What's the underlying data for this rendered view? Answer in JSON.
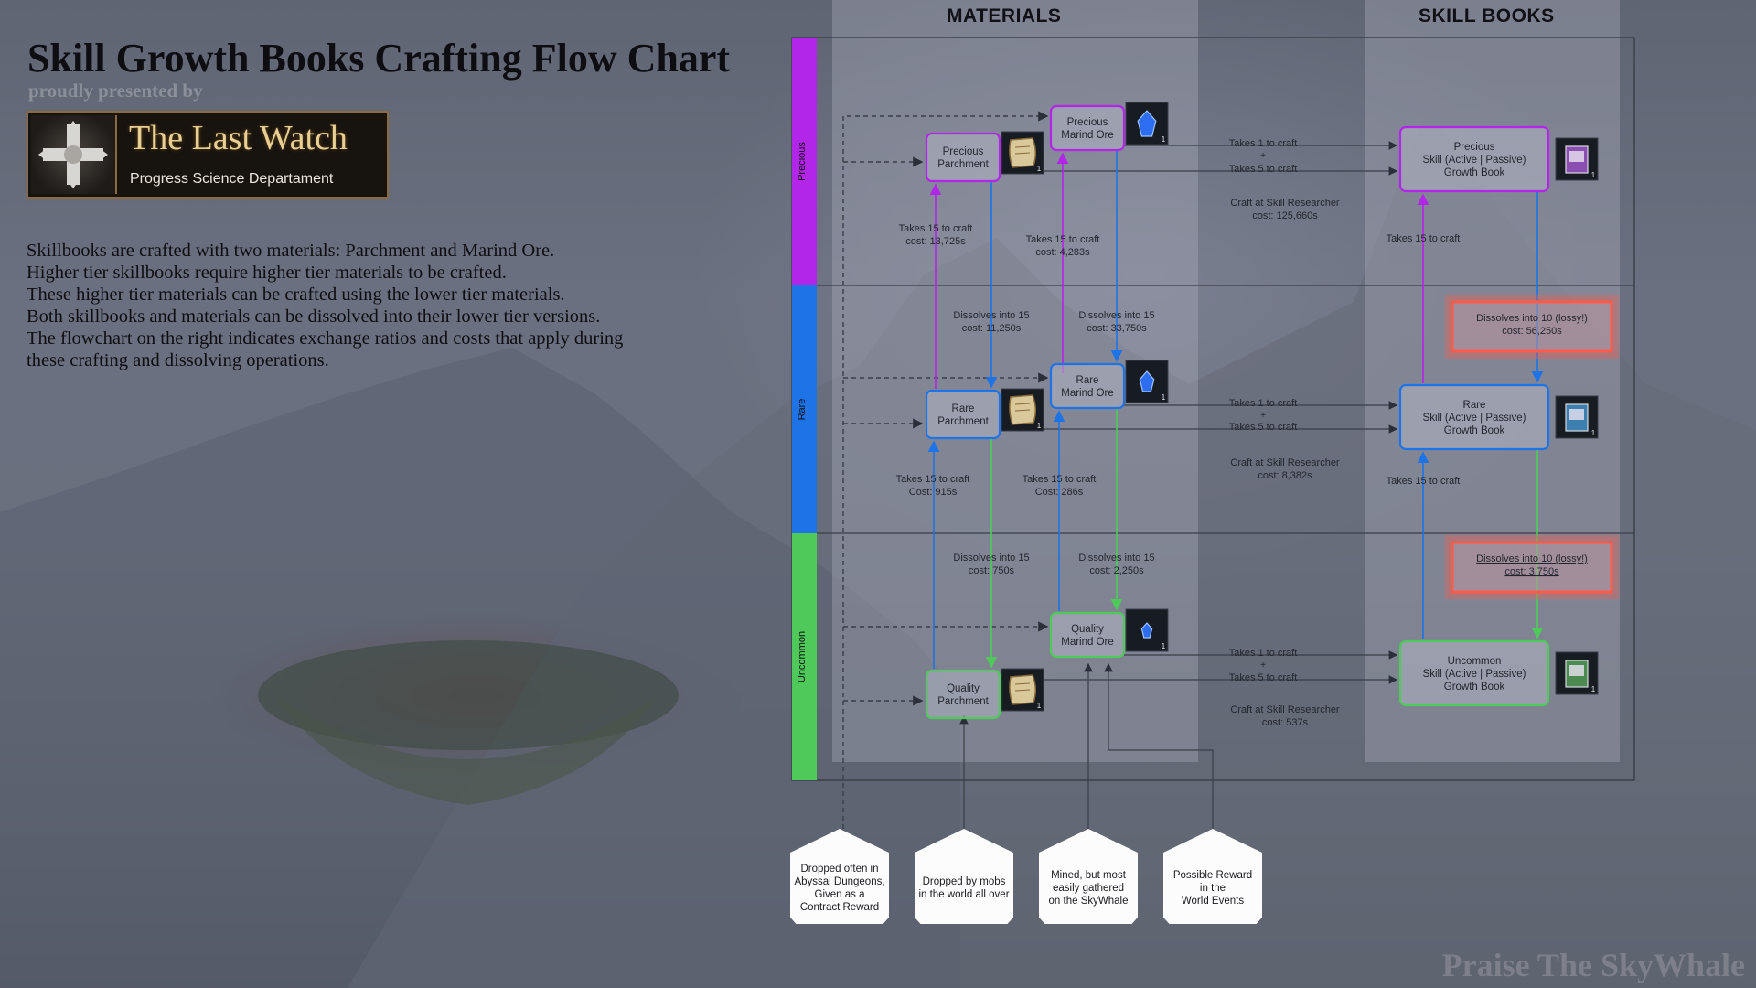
{
  "header": {
    "title": "Skill Growth Books Crafting Flow Chart",
    "subtitle": "proudly presented by"
  },
  "logo": {
    "name": "The Last Watch",
    "department": "Progress Science Departament",
    "emblem_icon": "cross-shield-icon"
  },
  "description": [
    "Skillbooks are crafted with two materials: Parchment and Marind Ore.",
    "Higher tier skillbooks require higher tier materials to be crafted.",
    "These higher tier materials can be crafted using the lower tier materials.",
    "Both skillbooks and materials can be dissolved into their lower tier versions.",
    "The flowchart on the right indicates exchange ratios and costs that apply during",
    "these crafting and dissolving operations."
  ],
  "columns": {
    "materials": "MATERIALS",
    "skill_books": "SKILL BOOKS"
  },
  "colors": {
    "precious": "#b226ea",
    "rare": "#1e73e6",
    "uncommon": "#4ec95a",
    "highlight": "#ff5a4a"
  },
  "tiers": [
    {
      "label": "Precious",
      "parchment": "Precious\nParchment",
      "ore": "Precious\nMarind Ore",
      "book": "Precious\nSkill (Active | Passive)\nGrowth Book",
      "parchment_craft": "Takes 15 to craft\ncost: 13,725s",
      "ore_craft": "Takes 15 to craft\ncost: 4,283s",
      "book_ore": "Takes 1 to craft",
      "plus": "+",
      "book_parch": "Takes 5 to craft",
      "book_cost": "Craft at Skill Researcher\ncost: 125,660s",
      "book_upgrade": "Takes 15 to craft"
    },
    {
      "label": "Rare",
      "parchment": "Rare\nParchment",
      "ore": "Rare\nMarind Ore",
      "book": "Rare\nSkill (Active | Passive)\nGrowth Book",
      "parchment_craft": "Takes 15 to craft\nCost: 915s",
      "ore_craft": "Takes 15 to craft\nCost: 286s",
      "book_ore": "Takes 1 to craft",
      "plus": "+",
      "book_parch": "Takes 5 to craft",
      "book_cost": "Craft at Skill Researcher\ncost: 8,382s",
      "book_upgrade": "Takes 15 to craft",
      "parchment_dissolve": "Dissolves into 15\ncost: 11,250s",
      "ore_dissolve": "Dissolves into 15\ncost: 33,750s",
      "book_dissolve": "Dissolves into 10 (lossy!)\ncost: 56,250s"
    },
    {
      "label": "Uncommon",
      "parchment": "Quality\nParchment",
      "ore": "Quality\nMarind Ore",
      "book": "Uncommon\nSkill (Active | Passive)\nGrowth Book",
      "book_ore": "Takes 1 to craft",
      "plus": "+",
      "book_parch": "Takes 5 to craft",
      "book_cost": "Craft at Skill Researcher\ncost: 537s",
      "parchment_dissolve": "Dissolves into 15\ncost: 750s",
      "ore_dissolve": "Dissolves into 15\ncost: 2,250s",
      "book_dissolve": "Dissolves into 10 (lossy!)\ncost: 3,750s"
    }
  ],
  "icon_badge": "1",
  "sources": [
    "Dropped often in\nAbyssal Dungeons,\nGiven as a\nContract Reward",
    "Dropped by mobs\nin the world all over",
    "Mined, but most\neasily gathered\non the SkyWhale",
    "Possible Reward\nin the\nWorld Events"
  ],
  "watermark": "Praise The SkyWhale"
}
